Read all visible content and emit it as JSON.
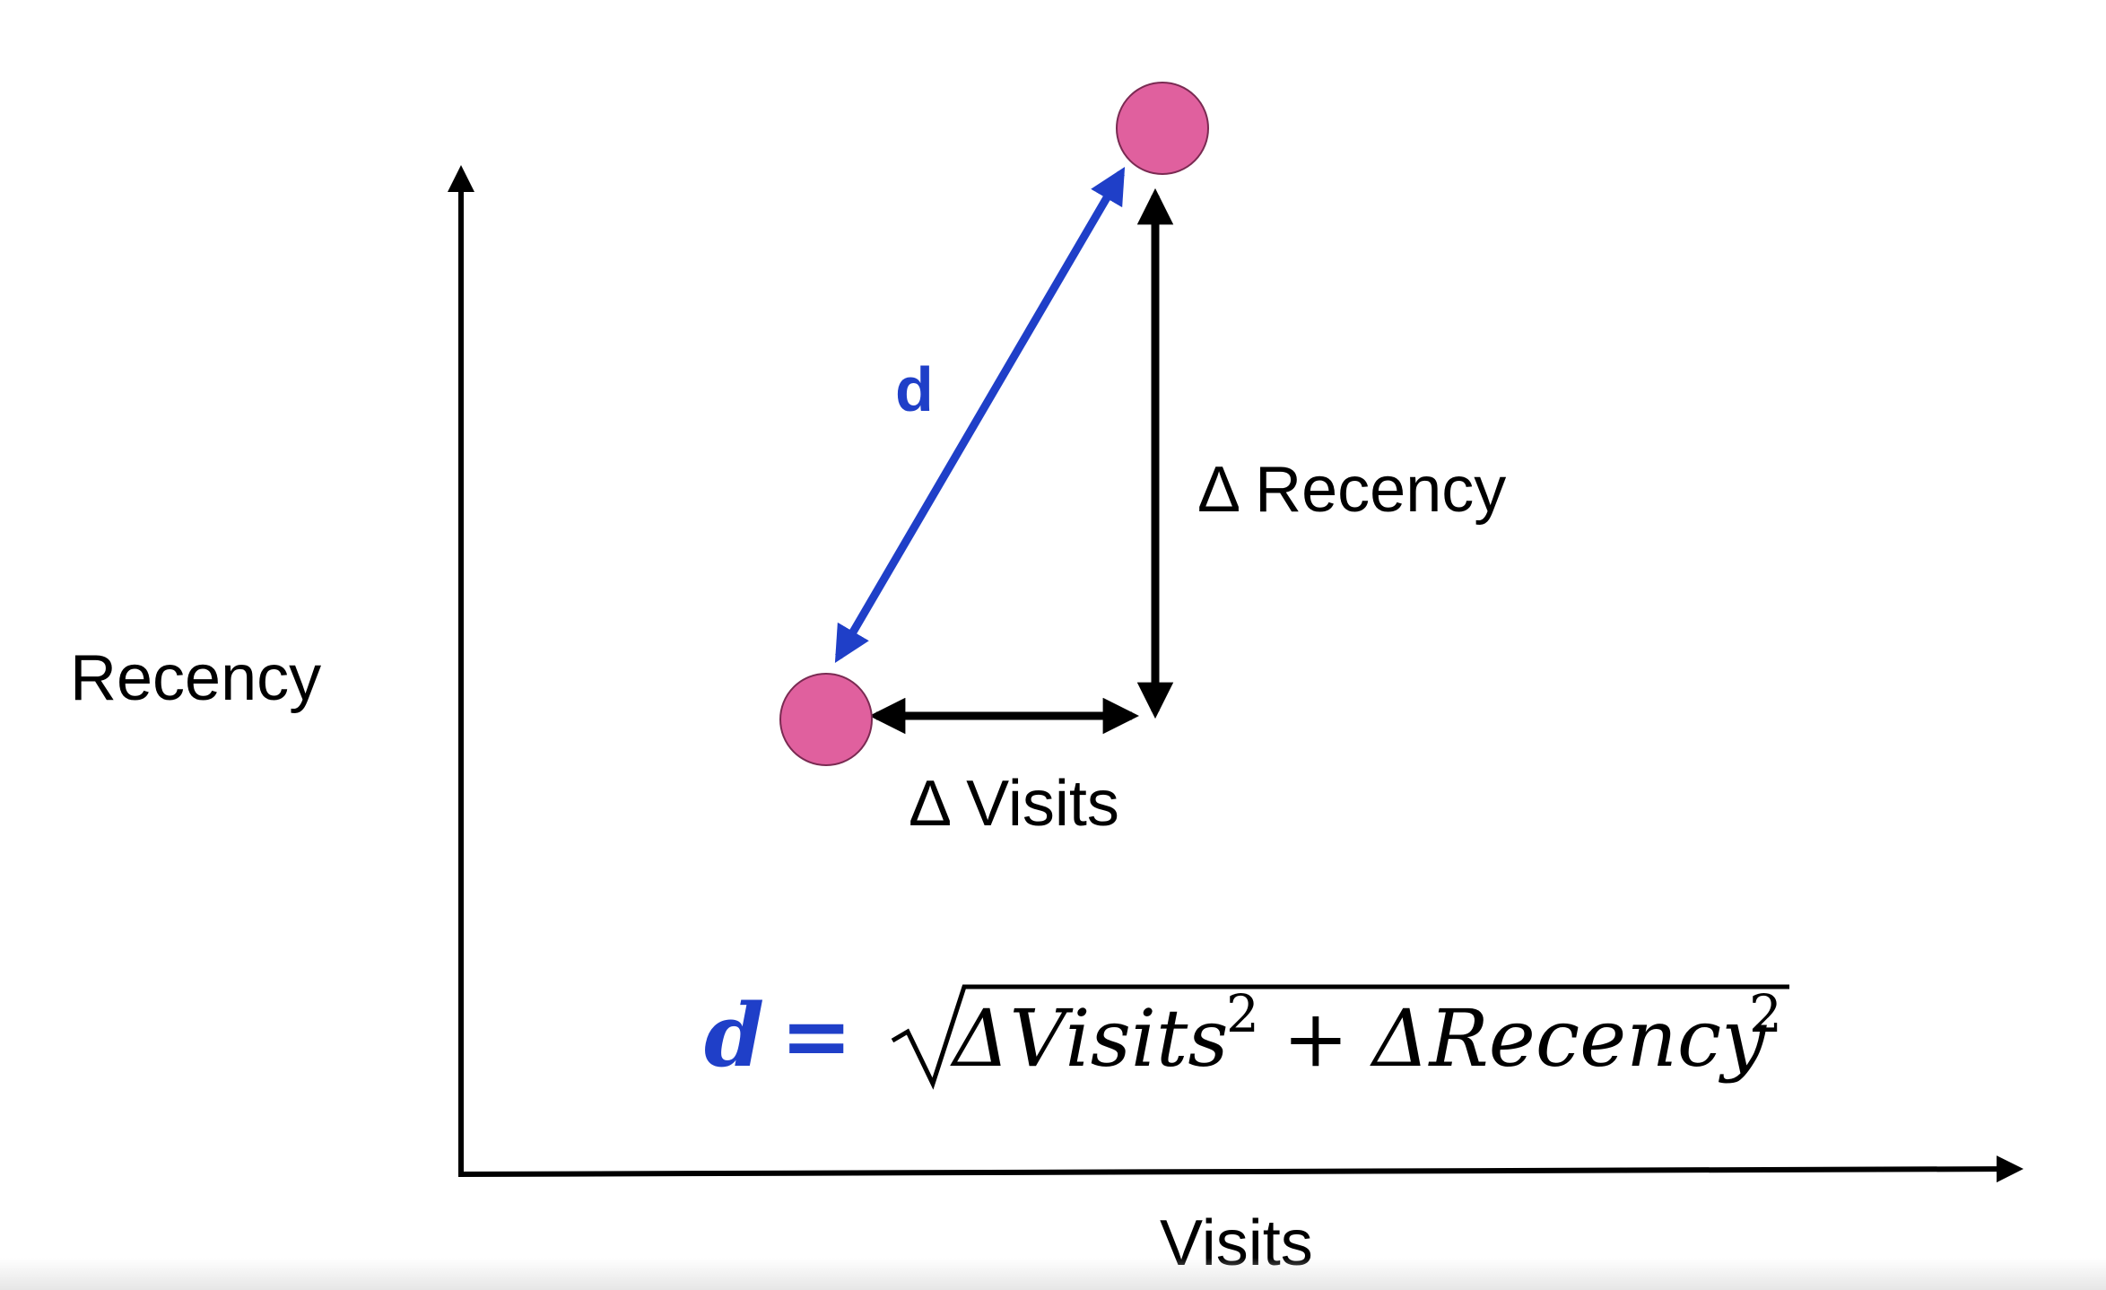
{
  "axes": {
    "x_label": "Visits",
    "y_label": "Recency"
  },
  "annotations": {
    "distance_label": "d",
    "delta_recency_label": "Δ Recency",
    "delta_visits_label": "Δ Visits"
  },
  "formula": {
    "lhs": "d",
    "equals": "=",
    "term1": "ΔVisits",
    "term1_exp": "2",
    "plus": "+",
    "term2": "ΔRecency",
    "term2_exp": "2"
  },
  "colors": {
    "point": "#e0609e",
    "point_stroke": "#7a2a52",
    "distance_arrow": "#1f3fc8",
    "axis": "#000000",
    "delta_arrow": "#000000"
  }
}
